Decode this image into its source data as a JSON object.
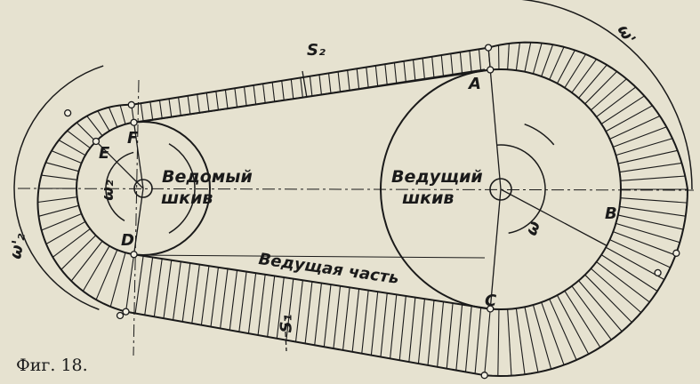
{
  "labels": {
    "s2": "S₂",
    "s1": "S₁",
    "a": "A",
    "b": "B",
    "c": "C",
    "d": "D",
    "e": "E",
    "f": "F",
    "omega": "ω",
    "omega2": "ω₂",
    "omega_prime": "ω'",
    "omega2_prime": "ω'₂",
    "driven_pulley_line1": "Ведомый",
    "driven_pulley_line2": "шкив",
    "driving_pulley_line1": "Ведущий",
    "driving_pulley_line2": "шкив",
    "driving_part": "Ведущая часть"
  },
  "caption": "Фиг. 18.",
  "colors": {
    "ink": "#1a1a1a",
    "paper": "#e6e2d0"
  }
}
